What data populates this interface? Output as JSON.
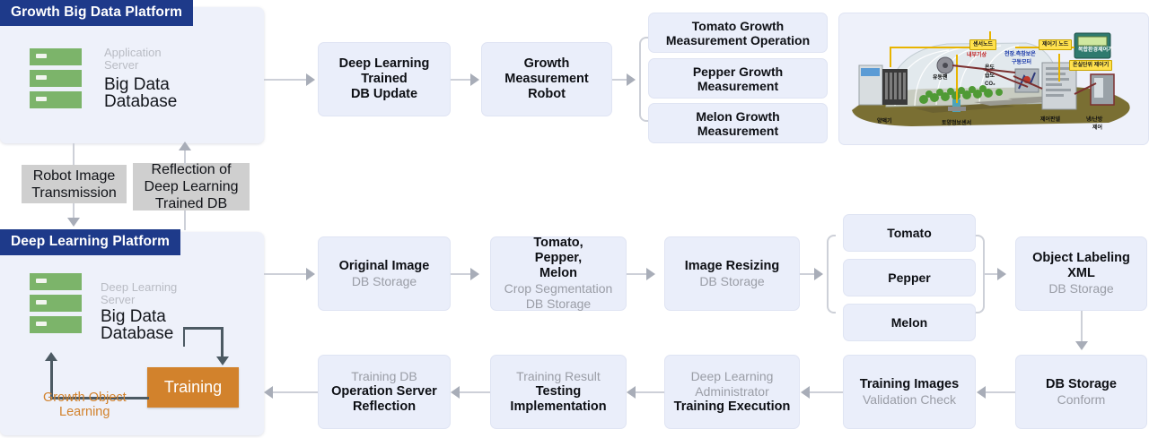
{
  "diagram": {
    "title": "Growth Big Data Platform / Deep Learning Platform flow",
    "accent_blue": "#1e3a8a",
    "panel_fill": "#eef1fa",
    "box_fill": "#eaeefa",
    "note_fill": "#cfcfcf",
    "training_fill": "#d2822c",
    "server_green": "#7cb46a"
  },
  "top_platform": {
    "header": "Growth Big Data Platform",
    "server": {
      "icon": "server-rack-icon",
      "label": "Application\nServer",
      "label_line1": "Application",
      "label_line2": "Server",
      "title_line1": "Big Data",
      "title_line2": "Database"
    }
  },
  "bottom_platform": {
    "header": "Deep Learning Platform",
    "server": {
      "icon": "server-rack-icon",
      "label_line1": "Deep Learning",
      "label_line2": "Server",
      "title_line1": "Big Data",
      "title_line2": "Database"
    },
    "training_button": "Training",
    "learning_loop_label_line1": "Growth Object",
    "learning_loop_label_line2": "Learning"
  },
  "notes": [
    {
      "line1": "Robot Image",
      "line2": "Transmission"
    },
    {
      "line1": "Reflection of",
      "line2": "Deep Learning",
      "line3": "Trained DB"
    }
  ],
  "top_flow": [
    {
      "title": "Deep Learning\nTrained\nDB Update",
      "t1": "Deep Learning",
      "t2": "Trained",
      "t3": "DB Update"
    },
    {
      "title": "Growth\nMeasurement\nRobot",
      "t1": "Growth",
      "t2": "Measurement",
      "t3": "Robot"
    }
  ],
  "top_measurements": [
    {
      "t1": "Tomato Growth",
      "t2": "Measurement Operation"
    },
    {
      "t1": "Pepper Growth",
      "t2": "Measurement"
    },
    {
      "t1": "Melon Growth",
      "t2": "Measurement"
    }
  ],
  "greenhouse": {
    "alt": "Smart greenhouse sensor and controller node illustration",
    "tags": [
      {
        "text": "센서노드",
        "name": "sensor-node-tag"
      },
      {
        "text": "제어기 노드",
        "name": "controller-node-tag"
      },
      {
        "text": "온실단위 제어기",
        "name": "greenhouse-unit-controller-tag"
      }
    ],
    "labels": [
      {
        "text": "내부기상",
        "name": "internal-weather-label",
        "color": "#c01f1f"
      },
      {
        "text": "천장.측창보온",
        "name": "ceiling-sidewindow-label",
        "color": "#1535a8"
      },
      {
        "text": "구동모터",
        "name": "drive-motor-label",
        "color": "#1535a8"
      },
      {
        "text": "온도",
        "name": "temperature-label",
        "color": "#111111"
      },
      {
        "text": "습도",
        "name": "humidity-label",
        "color": "#111111"
      },
      {
        "text": "CO₂",
        "name": "co2-label",
        "color": "#111111"
      },
      {
        "text": "유동팬",
        "name": "circulation-fan-label",
        "color": "#111111"
      },
      {
        "text": "양액기",
        "name": "nutrient-supply-label",
        "color": "#111111"
      },
      {
        "text": "토양정보센서",
        "name": "soil-sensor-label",
        "color": "#111111"
      },
      {
        "text": "제어판넬",
        "name": "control-panel-label",
        "color": "#111111"
      },
      {
        "text": "냉/난방",
        "name": "hvac-label-line1",
        "color": "#111111"
      },
      {
        "text": "제어",
        "name": "hvac-label-line2",
        "color": "#111111"
      },
      {
        "text": "복합환경제어기",
        "name": "integrated-env-controller-label",
        "color": "#ffffff"
      }
    ]
  },
  "bottom_flow_row1": [
    {
      "t1": "Original Image",
      "s1": "DB Storage"
    },
    {
      "t1": "Tomato,",
      "t2": "Pepper,",
      "t3": "Melon",
      "s1": "Crop Segmentation",
      "s2": "DB Storage"
    },
    {
      "t1": "Image Resizing",
      "s1": "DB Storage"
    }
  ],
  "crops": [
    {
      "label": "Tomato"
    },
    {
      "label": "Pepper"
    },
    {
      "label": "Melon"
    }
  ],
  "object_labeling": {
    "t1": "Object Labeling",
    "t2": "XML",
    "s1": "DB Storage"
  },
  "bottom_flow_row2": [
    {
      "s1": "Training DB",
      "t1": "Operation Server",
      "t2": "Reflection"
    },
    {
      "s1": "Training Result",
      "t1": "Testing",
      "t2": "Implementation"
    },
    {
      "s1": "Deep Learning",
      "s2": "Administrator",
      "t1": "Training Execution"
    },
    {
      "t1": "Training Images",
      "s1": "Validation Check"
    },
    {
      "t1": "DB Storage",
      "s1": "Conform"
    }
  ]
}
